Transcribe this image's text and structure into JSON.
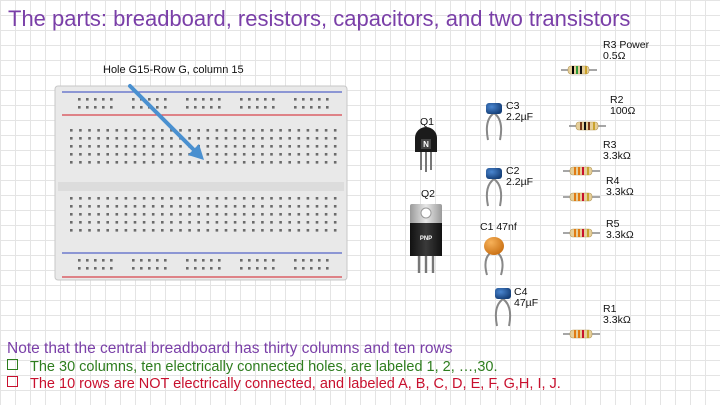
{
  "title": "The parts: breadboard, resistors, capacitors, and two transistors",
  "breadboard_caption": "Hole G15-Row G, column 15",
  "transistors": [
    {
      "id": "q1",
      "label": "Q1",
      "marking": "N"
    },
    {
      "id": "q2",
      "label": "Q2",
      "marking": "PNP"
    }
  ],
  "capacitors": [
    {
      "id": "c3",
      "name": "C3",
      "value": "2.2µF"
    },
    {
      "id": "c2",
      "name": "C2",
      "value": "2.2µF"
    },
    {
      "id": "c1",
      "name": "C1 47nf"
    },
    {
      "id": "c4",
      "name": "C4",
      "value": "47µF"
    }
  ],
  "resistors": [
    {
      "id": "r3p",
      "name": "R3 Power",
      "value": "0.5Ω"
    },
    {
      "id": "r2",
      "name": "R2",
      "value": "100Ω"
    },
    {
      "id": "r3",
      "name": "R3",
      "value": "3.3kΩ"
    },
    {
      "id": "r4",
      "name": "R4",
      "value": "3.3kΩ"
    },
    {
      "id": "r5",
      "name": "R5",
      "value": "3.3kΩ"
    },
    {
      "id": "r1",
      "name": "R1",
      "value": "3.3kΩ"
    }
  ],
  "notes": {
    "heading": "Note that the central breadboard has thirty columns and ten rows",
    "bullets": [
      "The 30 columns, ten electrically connected holes, are labeled 1, 2, …,30.",
      "The 10 rows are NOT electrically connected, and labeled A, B, C, D, E, F, G,H, I, J."
    ]
  },
  "colors": {
    "title": "#7a3fa8",
    "bullet_1": "#2e7d1e",
    "bullet_2": "#c8102e",
    "pointer_arrow": "#4a90d0",
    "capacitor_blue": "#1f5fa8",
    "capacitor_orange": "#e08a2a"
  }
}
